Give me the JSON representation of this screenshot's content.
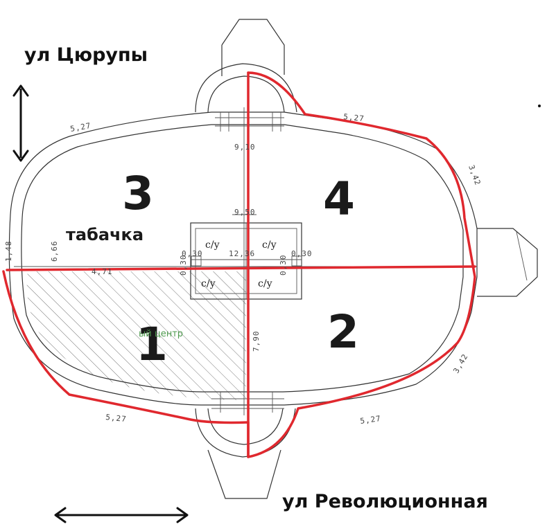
{
  "streets": {
    "top": "ул Цюрупы",
    "bottom": "ул Революционная"
  },
  "rooms": [
    {
      "id": "1",
      "label": "1"
    },
    {
      "id": "2",
      "label": "2"
    },
    {
      "id": "3",
      "label": "3",
      "tenant": "табачка"
    },
    {
      "id": "4",
      "label": "4"
    }
  ],
  "restrooms": [
    "с/у",
    "с/у",
    "с/у",
    "с/у"
  ],
  "center_label": "ый центр",
  "dimensions": {
    "top_left_arc": "5,27",
    "top_right_arc": "5,27",
    "bottom_left_arc": "5,27",
    "bottom_right_arc": "5,27",
    "right_upper": "3,42",
    "right_lower": "3,42",
    "left_edge": "1,48",
    "left_inner": "6,66",
    "left_mid": "4,71",
    "vertical_top": "9,10",
    "vertical_mid": "9,50",
    "center_width": "12,36",
    "vertical_bottom": "7,90",
    "wall_a": "0,30",
    "wall_b": "0,30",
    "wall_c": "0,30",
    "wall_d": "0,30"
  },
  "colors": {
    "highlight": "#e0282e",
    "text": "#1a1a1a",
    "center_label": "#4e9a4e"
  }
}
